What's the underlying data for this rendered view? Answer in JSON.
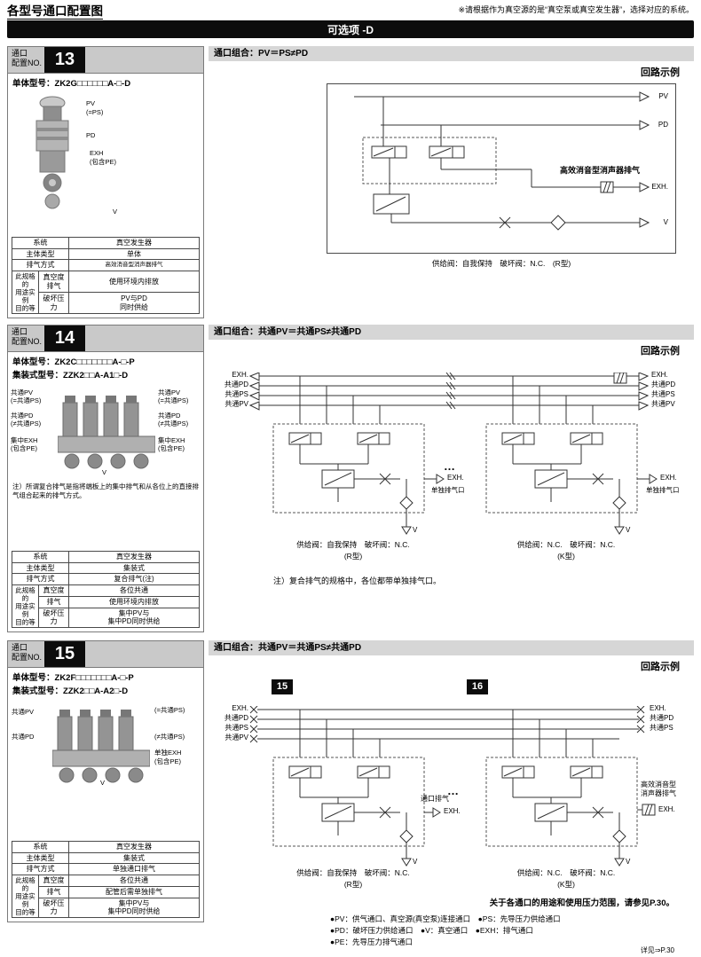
{
  "page": {
    "title": "各型号通口配置图",
    "top_note": "※请根据作为真空源的是“真空泵或真空发生器”，选择对应的系统。",
    "banner": "可选项 -D",
    "bottom_note": "关于各通口的用途和使用压力范围，请参见P.30。",
    "legend1": "●PV：供气通口、真空源(真空泵)连接通口　●PS：先导压力供给通口",
    "legend2": "●PD：破坏压力供给通口　●V：真空通口　●EXH：排气通口",
    "legend3": "●PE：先导压力排气通口",
    "see_more": "详见⇒P.30"
  },
  "icons": {
    "tri_left": "◁",
    "tri_right": "▷",
    "tri_down": "▽",
    "cross": "✕"
  },
  "s13": {
    "no_label": "通口\n配置NO.",
    "no": "13",
    "model1_label": "单体型号：",
    "model1": "ZK2G□□□□□□A-□-D",
    "fig": {
      "pv": "PV",
      "ps": "(=PS)",
      "pd": "PD",
      "exh": "EXH",
      "pe": "(包含PE)",
      "v": "V"
    },
    "table": {
      "r1l": "系统",
      "r1v": "真空发生器",
      "r2l": "主体类型",
      "r2v": "单体",
      "r3l": "排气方式",
      "r3v": "高效消音型消声器排气",
      "usage": "此规格的\n用途实例\n目的等",
      "u1l": "真空度\n排气",
      "u1v": "使用环境内排放",
      "u2l": "破坏压力",
      "u2v": "PV与PD\n同时供给"
    },
    "combo": "通口组合：PV＝PS≠PD",
    "circuit_title": "回路示例",
    "lbl_pv": "PV",
    "lbl_pd": "PD",
    "exh_note": "高效消音型消声器排气",
    "lbl_exh": "EXH.",
    "lbl_v": "V",
    "caption": "供给阀：自我保持　破坏阀：N.C.　(R型)"
  },
  "s14": {
    "no_label": "通口\n配置NO.",
    "no": "14",
    "model1_label": "单体型号：",
    "model1": "ZK2C□□□□□□□A-□-P",
    "model2_label": "集装式型号：",
    "model2": "ZZK2□□A-A1□-D",
    "fig": {
      "l1": "共通PV",
      "l2": "(=共通PS)",
      "l3": "共通PD",
      "l4": "(≠共通PS)",
      "l5": "集中EXH",
      "l6": "(包含PE)",
      "r1": "共通PV",
      "r2": "(=共通PS)",
      "r3": "共通PD",
      "r4": "(≠共通PS)",
      "r5": "集中EXH",
      "r6": "(包含PE)",
      "v": "V"
    },
    "note": "注）所谓复合排气是指将端板上的集中排气和从各位上的直接排气组合起来的排气方式。",
    "table": {
      "r1l": "系统",
      "r1v": "真空发生器",
      "r2l": "主体类型",
      "r2v": "集装式",
      "r3l": "排气方式",
      "r3v": "复合排气(注)",
      "usage": "此规格的\n用途实例\n目的等",
      "u1l": "真空度",
      "u1v": "各位共通",
      "u2l": "排气",
      "u2v": "使用环境内排放",
      "u3l": "破坏压力",
      "u3v": "集中PV与\n集中PD同时供给"
    },
    "combo": "通口组合：共通PV＝共通PS≠共通PD",
    "circuit_title": "回路示例",
    "bus_left": [
      "EXH.",
      "共通PD",
      "共通PS",
      "共通PV"
    ],
    "bus_right": [
      "EXH.",
      "共通PD",
      "共通PS",
      "共通PV"
    ],
    "dots": "…",
    "exh1": "EXH.",
    "exh1_sub": "单独排气口",
    "exh2": "EXH.",
    "exh2_sub": "单独排气口",
    "cap1": "供给阀：自我保持　破坏阀：N.C.\n(R型)",
    "cap2": "供给阀：N.C.　破坏阀：N.C.\n(K型)",
    "v1": "V",
    "v2": "V",
    "note2": "注）复合排气的规格中，各位都带单独排气口。"
  },
  "s15": {
    "no_label": "通口\n配置NO.",
    "no": "15",
    "model1_label": "单体型号：",
    "model1": "ZK2F□□□□□□□A-□-P",
    "model2_label": "集装式型号：",
    "model2": "ZZK2□□A-A2□-D",
    "fig": {
      "l1": "共通PV",
      "l2": "共通PD",
      "r1": "(=共通PS)",
      "r2": "(≠共通PS)",
      "r3": "单独EXH",
      "r4": "(包含PE)",
      "v": "V"
    },
    "table": {
      "r1l": "系统",
      "r1v": "真空发生器",
      "r2l": "主体类型",
      "r2v": "集装式",
      "r3l": "排气方式",
      "r3v": "单独通口排气",
      "usage": "此规格的\n用途实例\n目的等",
      "u1l": "真空度",
      "u1v": "各位共通",
      "u2l": "排气",
      "u2v": "配管后需单独排气",
      "u3l": "破坏压力",
      "u3v": "集中PV与\n集中PD同时供给"
    },
    "combo": "通口组合：共通PV＝共通PS≠共通PD",
    "circuit_title": "回路示例",
    "tag1": "15",
    "tag2": "16",
    "bus_left": [
      "EXH.",
      "共通PD",
      "共通PS",
      "共通PV"
    ],
    "bus_right": [
      "EXH.",
      "共通PD",
      "共通PS"
    ],
    "dots": "…",
    "exh1_note": "通口排气",
    "exh1": "EXH.",
    "exh2_note": "高效消音型\n消声器排气",
    "exh2": "EXH.",
    "cap1": "供给阀：自我保持　破坏阀：N.C.\n(R型)",
    "cap2": "供给阀：N.C.　破坏阀：N.C.\n(K型)",
    "v1": "V",
    "v2": "V"
  }
}
